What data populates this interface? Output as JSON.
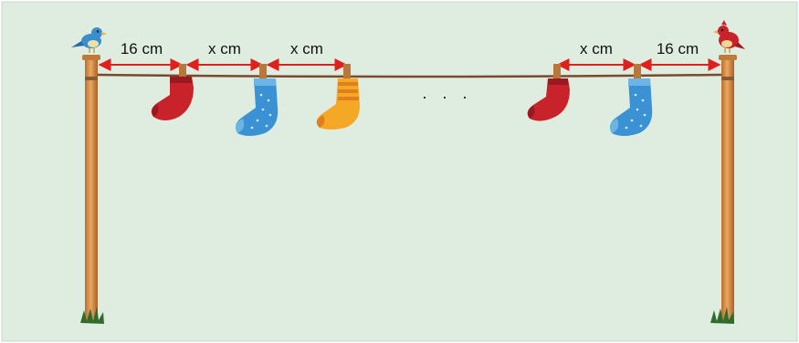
{
  "labels": {
    "left_margin": "16 cm",
    "gap_1": "x cm",
    "gap_2": "x cm",
    "gap_3": "x cm",
    "right_margin": "16 cm",
    "ellipsis": ". . ."
  },
  "colors": {
    "background": "#dfece0",
    "frame": "#c9d6c9",
    "pole": "#d9914a",
    "pole_dark": "#a8612a",
    "rope": "#7a4a2a",
    "arrow": "#e0201c",
    "clip": "#b9773c",
    "sock_red": "#c8222a",
    "sock_blue": "#3a92d4",
    "sock_yellow": "#f4a825",
    "grass": "#2f6b2a"
  },
  "icons": {
    "left_bird": "blue-bird-icon",
    "right_bird": "red-bird-icon",
    "grass": "grass-icon"
  }
}
